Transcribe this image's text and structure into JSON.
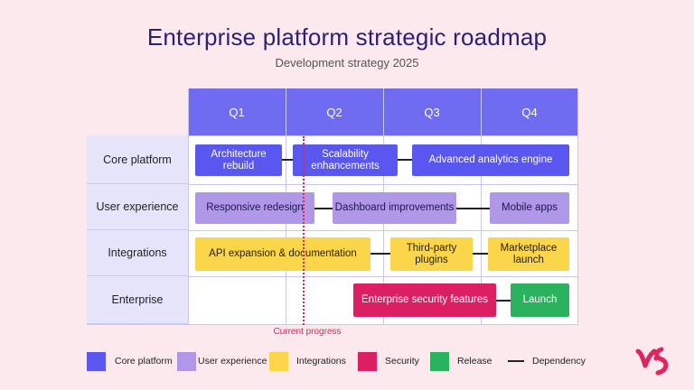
{
  "title": "Enterprise platform strategic roadmap",
  "subtitle": "Development strategy 2025",
  "quarters": [
    "Q1",
    "Q2",
    "Q3",
    "Q4"
  ],
  "rows": [
    "Core platform",
    "User experience",
    "Integrations",
    "Enterprise"
  ],
  "bars": [
    {
      "label": "Architecture rebuild",
      "category": "core",
      "row": "Core platform"
    },
    {
      "label": "Scalability enhancements",
      "category": "core",
      "row": "Core platform"
    },
    {
      "label": "Advanced analytics engine",
      "category": "core",
      "row": "Core platform"
    },
    {
      "label": "Responsive redesign",
      "category": "ux",
      "row": "User experience"
    },
    {
      "label": "Dashboard improvements",
      "category": "ux",
      "row": "User experience"
    },
    {
      "label": "Mobile apps",
      "category": "ux",
      "row": "User experience"
    },
    {
      "label": "API expansion & documentation",
      "category": "int",
      "row": "Integrations"
    },
    {
      "label": "Third-party plugins",
      "category": "int",
      "row": "Integrations"
    },
    {
      "label": "Marketplace launch",
      "category": "int",
      "row": "Integrations"
    },
    {
      "label": "Enterprise security features",
      "category": "sec",
      "row": "Enterprise"
    },
    {
      "label": "Launch",
      "category": "rel",
      "row": "Enterprise"
    }
  ],
  "progress_label": "Current progress",
  "legend": [
    {
      "label": "Core platform",
      "color": "#5a57f0"
    },
    {
      "label": "User experience",
      "color": "#b197e8"
    },
    {
      "label": "Integrations",
      "color": "#fcd64a"
    },
    {
      "label": "Security",
      "color": "#dc1f63"
    },
    {
      "label": "Release",
      "color": "#2ab25e"
    },
    {
      "label": "Dependency",
      "color": "#222222"
    }
  ],
  "colors": {
    "background": "#fce9ee",
    "header": "#6f6cf2",
    "row_label_bg": "#e5e4fb",
    "progress_line": "#e0245e"
  }
}
